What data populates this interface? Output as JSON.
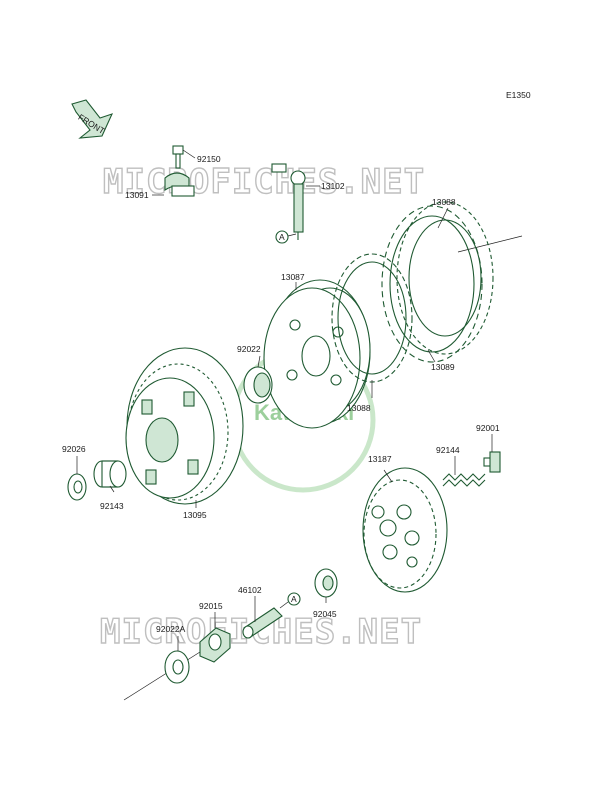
{
  "diagram_code": "E1350",
  "front_arrow_text": "FRONT",
  "watermark_text": "MICROFICHES.NET",
  "logo_text": "Kawasaki",
  "ref_marker": "A",
  "colors": {
    "ink": "#1f5a32",
    "fill": "#cfe6d4",
    "watermark": "#bfbfbf",
    "logo": "#7cc07c"
  },
  "part_labels": {
    "p92150": "92150",
    "p13091": "13091",
    "p13102": "13102",
    "p13088_top": "13088",
    "p13087": "13087",
    "p92022": "92022",
    "p13089": "13089",
    "p13088_mid": "13088",
    "p92026": "92026",
    "p92143": "92143",
    "p13095": "13095",
    "p92001": "92001",
    "p92144": "92144",
    "p13187": "13187",
    "p46102": "46102",
    "p92015": "92015",
    "p92045": "92045",
    "p92022A": "92022A"
  }
}
